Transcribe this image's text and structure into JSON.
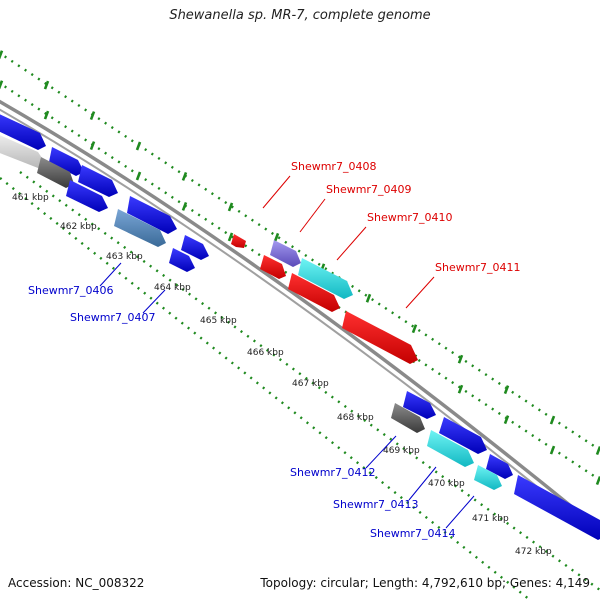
{
  "title": "Shewanella sp. MR-7, complete genome",
  "footer": {
    "accession": "Accession: NC_008322",
    "summary": "Topology: circular; Length: 4,792,610 bp; Genes: 4,149"
  },
  "colors": {
    "forward_gene": "#1515e6",
    "reverse_gene": "#1515e6",
    "highlight_red": "#ee1111",
    "cyan": "#22dddd",
    "steelblue": "#4a7fb5",
    "purple": "#7a6ad0",
    "dark_gray": "#5c5c5c",
    "light_gray": "#cccccc",
    "backbone": "#8a8a8a",
    "tick_green": "#228822",
    "label_red": "#dd0000",
    "label_blue": "#0000cc"
  },
  "kbp_ticks": [
    "461 kbp",
    "462 kbp",
    "463 kbp",
    "464 kbp",
    "465 kbp",
    "466 kbp",
    "467 kbp",
    "468 kbp",
    "469 kbp",
    "470 kbp",
    "471 kbp",
    "472 kbp"
  ],
  "gene_labels_top": [
    "Shewmr7_0408",
    "Shewmr7_0409",
    "Shewmr7_0410",
    "Shewmr7_0411"
  ],
  "gene_labels_bottom": [
    "Shewmr7_0406",
    "Shewmr7_0407",
    "Shewmr7_0412",
    "Shewmr7_0413",
    "Shewmr7_0414"
  ]
}
